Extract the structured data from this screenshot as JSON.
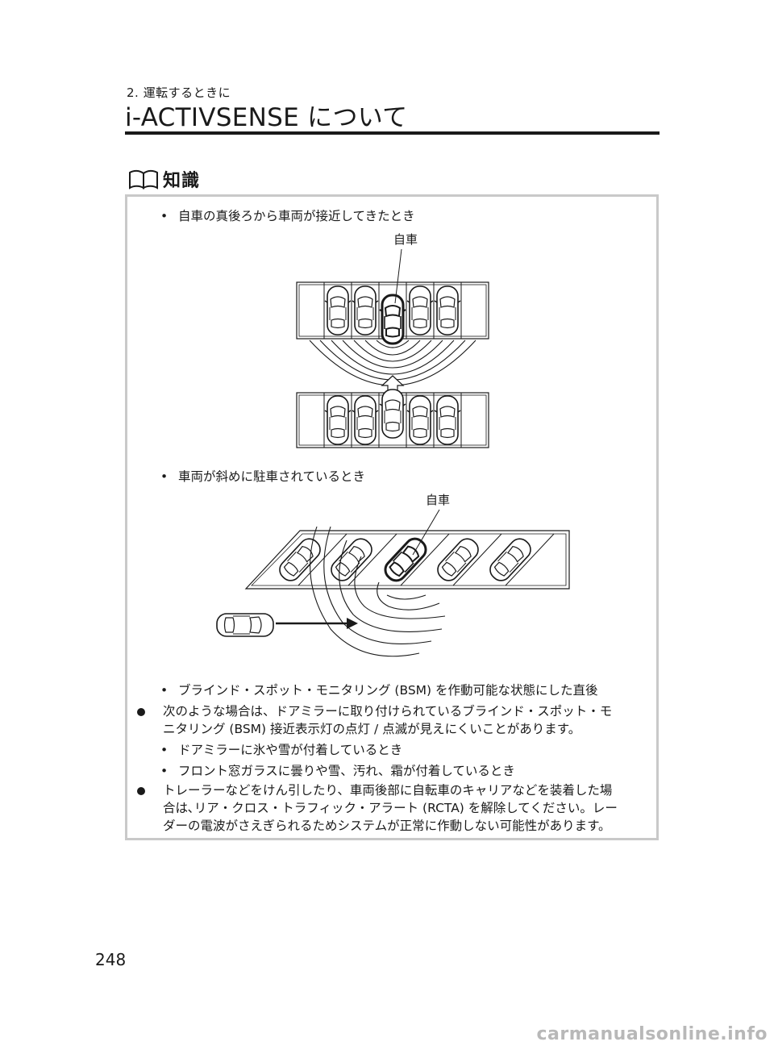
{
  "header": {
    "section_label": "2. 運転するときに",
    "title": "i-ACTIVSENSE について"
  },
  "info": {
    "heading": "知識",
    "bullet1": "自車の真後ろから車両が接近してきたとき",
    "fig1_label": "自車",
    "bullet2": "車両が斜めに駐車されているとき",
    "fig2_label": "自車",
    "bullet3": "ブラインド・スポット・モニタリング (BSM) を作動可能な状態にした直後",
    "main1_line1": "次のような場合は、ドアミラーに取り付けられているブラインド・スポット・モ",
    "main1_line2": "ニタリング (BSM) 接近表示灯の点灯 / 点滅が見えにくいことがあります。",
    "sub1": "ドアミラーに氷や雪が付着しているとき",
    "sub2": "フロント窓ガラスに曇りや雪、汚れ、霜が付着しているとき",
    "main2_line1": "トレーラーなどをけん引したり、車両後部に自転車のキャリアなどを装着した場",
    "main2_line2": "合は､リア・クロス・トラフィック・アラート (RCTA) を解除してください。レー",
    "main2_line3": "ダーの電波がさえぎられるためシステムが正常に作動しない可能性があります。"
  },
  "footer": {
    "page_number": "248",
    "watermark": "carmanualsonline.info"
  }
}
